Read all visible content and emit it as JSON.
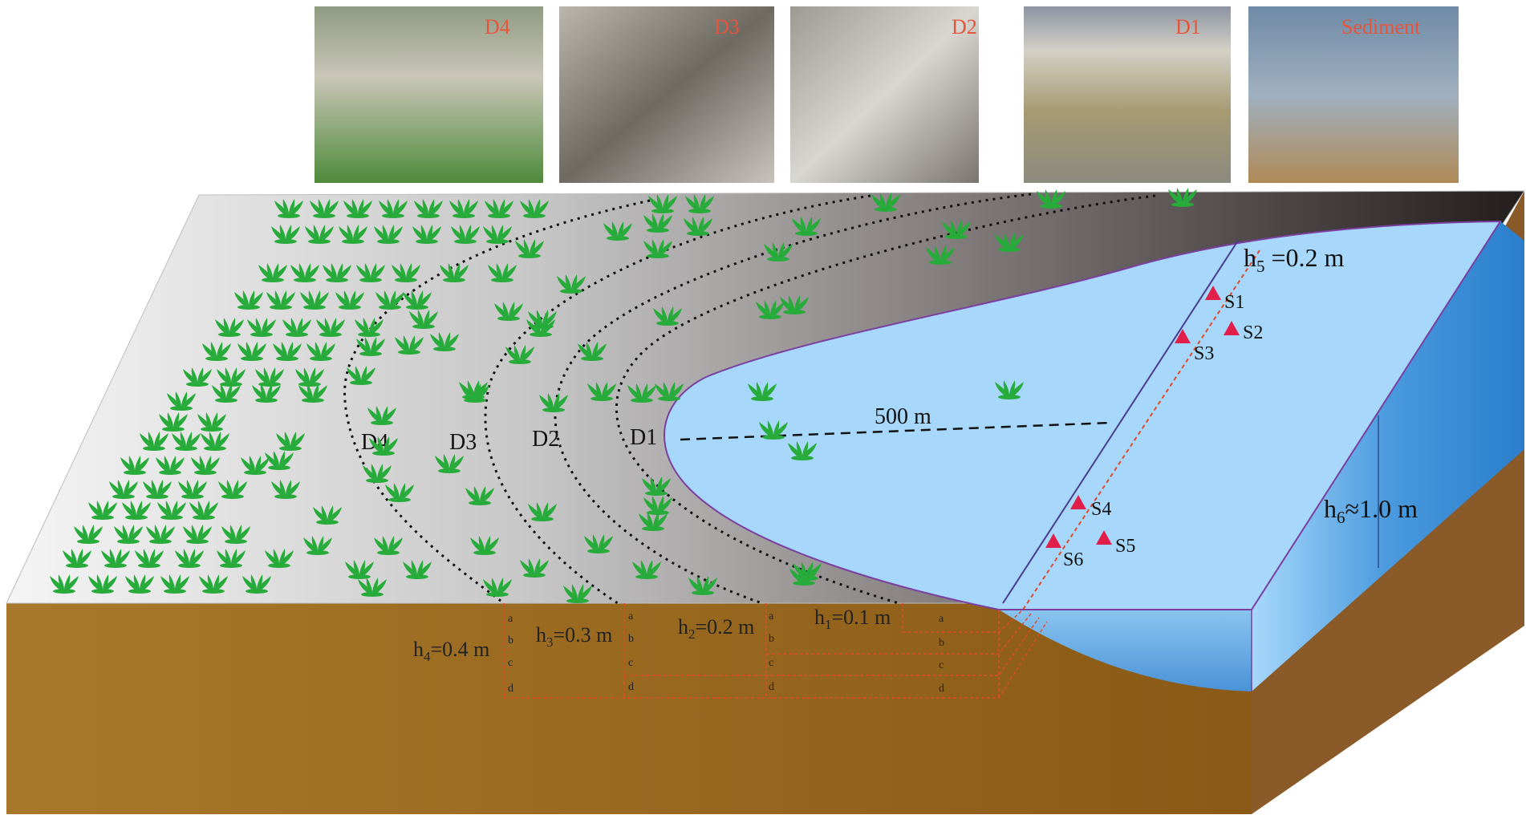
{
  "photos": [
    {
      "label": "D4"
    },
    {
      "label": "D3"
    },
    {
      "label": "D2"
    },
    {
      "label": "D1"
    },
    {
      "label": "Sediment"
    }
  ],
  "zones": [
    "D4",
    "D3",
    "D2",
    "D1"
  ],
  "distance_label": "500 m",
  "depths": [
    {
      "main": "h",
      "sub": "4",
      "rest": "=0.4 m"
    },
    {
      "main": "h",
      "sub": "3",
      "rest": "=0.3 m"
    },
    {
      "main": "h",
      "sub": "2",
      "rest": "=0.2 m"
    },
    {
      "main": "h",
      "sub": "1",
      "rest": "=0.1 m"
    }
  ],
  "water_depth_top": {
    "main": "h",
    "sub": "5",
    "rest": " =0.2 m"
  },
  "water_depth_side": {
    "main": "h",
    "sub": "6",
    "rest": "≈1.0 m"
  },
  "layers": [
    "a",
    "b",
    "c",
    "d"
  ],
  "sites": [
    "S1",
    "S2",
    "S3",
    "S4",
    "S5",
    "S6"
  ],
  "colors": {
    "soil": "#9a6a22",
    "water": "#a7d8fb",
    "water_edge": "#7a3fa0",
    "plant": "#27ab3a",
    "marker": "#e0204a",
    "photo_label": "#e8543a",
    "guide_line": "#e04a2a"
  }
}
